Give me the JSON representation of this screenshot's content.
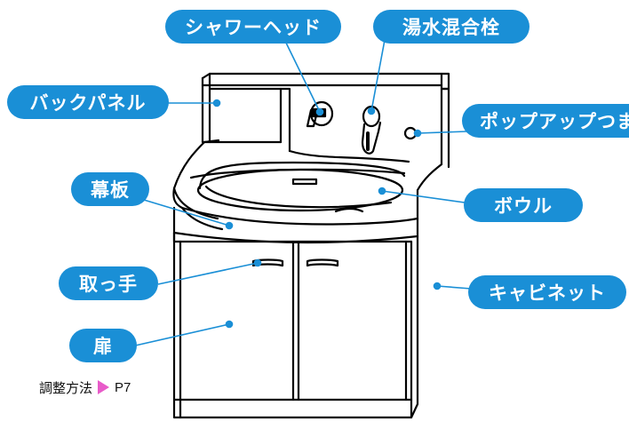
{
  "labels": {
    "shower_head": "シャワーヘッド",
    "faucet": "湯水混合栓",
    "back_panel": "バックパネル",
    "popup": "ポップアップつまみ",
    "apron": "幕板",
    "bowl": "ボウル",
    "handle": "取っ手",
    "cabinet": "キャビネット",
    "door": "扉"
  },
  "reference": {
    "text": "調整方法",
    "page": "P7"
  },
  "colors": {
    "label_bg": "#1a8fd6",
    "label_text": "#ffffff",
    "leader_line": "#1a8fd6",
    "reference_arrow": "#e85bc9"
  }
}
